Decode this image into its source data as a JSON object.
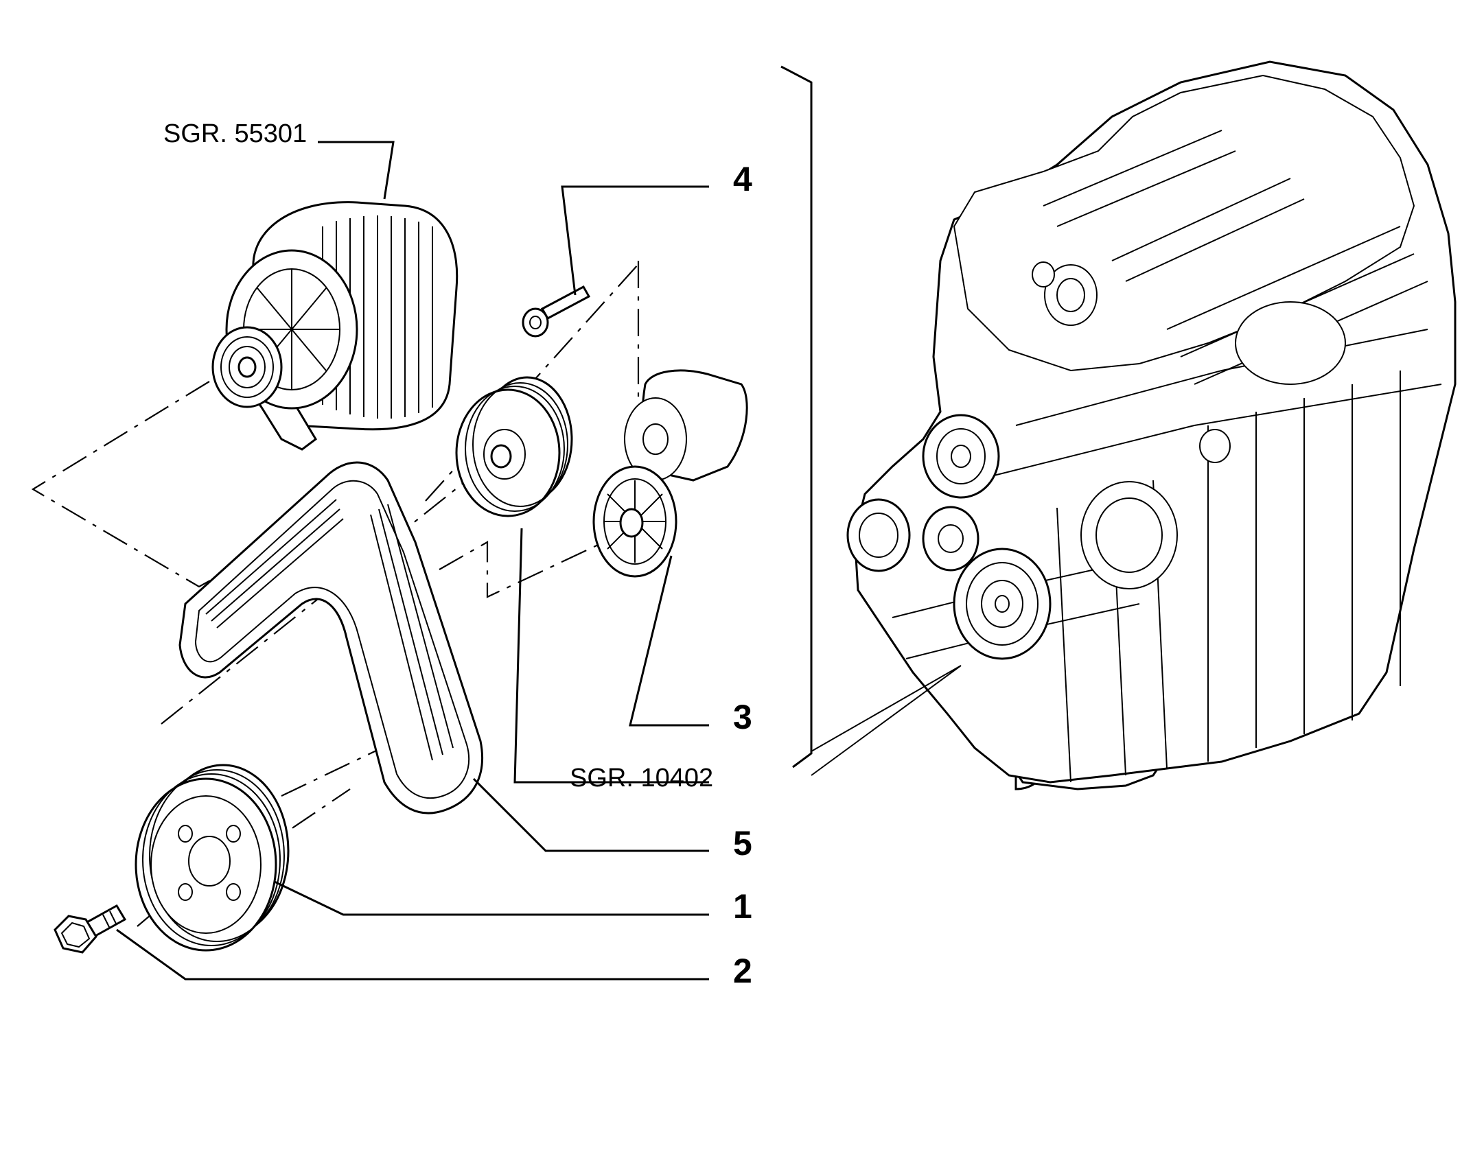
{
  "labels": {
    "alternator_ref": "SGR. 55301",
    "pulley_ref": "SGR. 10402",
    "part_4": "4",
    "part_3": "3",
    "part_5": "5",
    "part_1": "1",
    "part_2": "2"
  },
  "colors": {
    "line": "#000000",
    "background": "#ffffff"
  }
}
